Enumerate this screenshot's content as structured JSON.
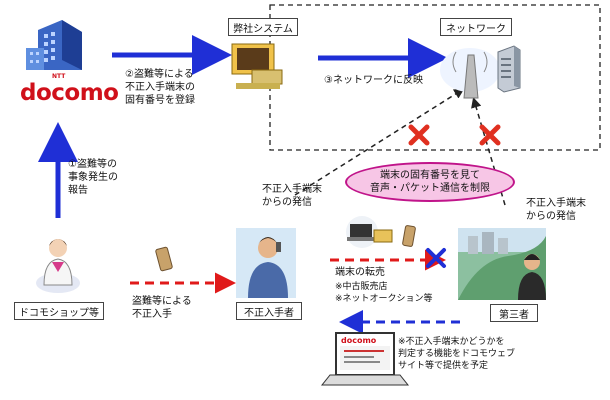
{
  "logo": {
    "small": "NTT",
    "main": "docomo"
  },
  "nodes": {
    "company_system": "弊社システム",
    "network": "ネットワーク",
    "docomo_shop": "ドコモショップ等",
    "illegal_acquirer": "不正入手者",
    "third_party": "第三者"
  },
  "steps": {
    "step1": "①盗難等の\n事象発生の\n報告",
    "step2": "②盗難等による\n不正入手端末の\n固有番号を登録",
    "step3": "③ネットワークに反映"
  },
  "labels": {
    "restrict": "端末の固有番号を見て\n音声・パケット通信を制限",
    "call_left": "不正入手端末\nからの発信",
    "call_right": "不正入手端末\nからの発信",
    "theft": "盗難等による\n不正入手",
    "resale_title": "端末の転売",
    "resale_items": "※中古販売店\n※ネットオークション等",
    "web_note": "※不正入手端末かどうかを\n判定する機能をドコモウェブ\nサイト等で提供を予定",
    "laptop_logo": "docomo"
  },
  "colors": {
    "blue_arrow": "#1f2fd6",
    "red_dashed": "#e01a1a",
    "black_dashed": "#222222",
    "restrict_fill": "#f7c6e6",
    "restrict_border": "#c0148a",
    "docomo_red": "#d0101a"
  }
}
